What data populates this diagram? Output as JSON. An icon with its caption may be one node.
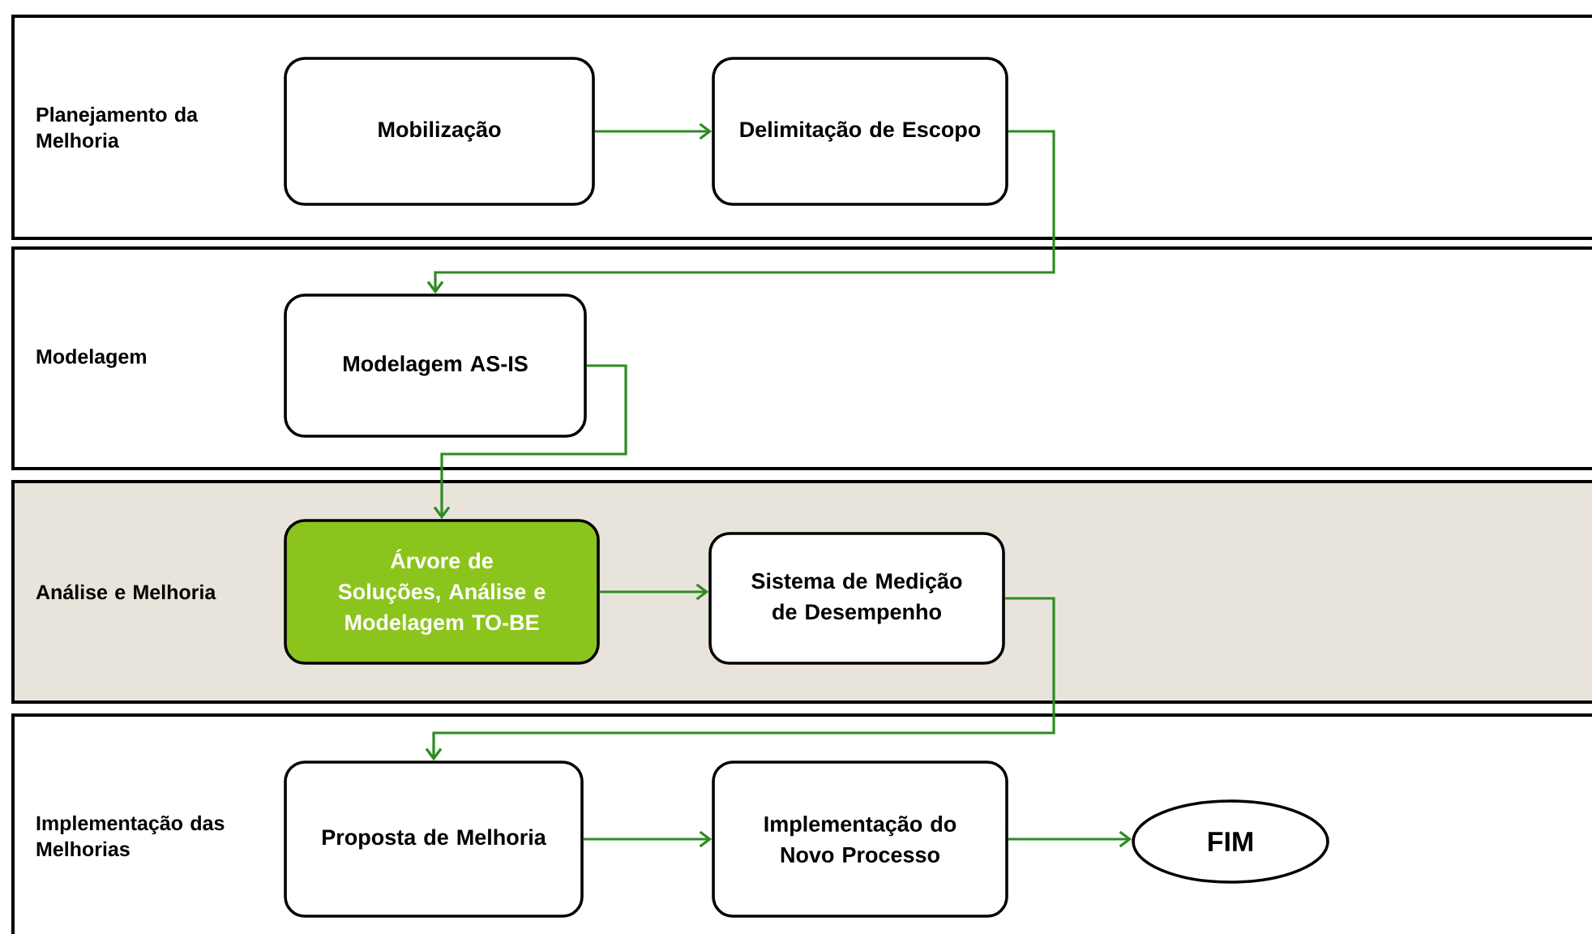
{
  "diagram": {
    "nodes": [
      {
        "text": [
          "Planejamento da Melhoria"
        ]
      },
      {
        "text": [
          "Mobilização"
        ],
        "in": 0
      },
      {
        "text": [
          "Delimitação de Escopo"
        ],
        "in": 0
      },
      {
        "text": [
          "Modelagem"
        ]
      },
      {
        "text": [
          "Modelagem AS-IS"
        ],
        "in": 3
      },
      {
        "text": [
          "Análise e Melhoria"
        ]
      },
      {
        "text": [
          "Árvore de Soluções, Análise e Modelagem TO-BE"
        ],
        "in": 5
      },
      {
        "text": [
          "Sistema de Medição de Desempenho"
        ],
        "in": 5
      },
      {
        "text": [
          "Implementação das Melhorias"
        ]
      },
      {
        "text": [
          "Proposta de Melhoria"
        ],
        "in": 8
      },
      {
        "text": [
          "Implementação do Novo Processo"
        ],
        "in": 8
      },
      {
        "text": [
          "FIM"
        ],
        "in": 8
      }
    ],
    "edges": [
      {
        "from": 1,
        "to": 2,
        "arrow": "to"
      },
      {
        "from": 2,
        "to": 4,
        "arrow": "to"
      },
      {
        "from": 4,
        "to": 6,
        "arrow": "to"
      },
      {
        "from": 6,
        "to": 7,
        "arrow": "to"
      },
      {
        "from": 7,
        "to": 9,
        "arrow": "to"
      },
      {
        "from": 9,
        "to": 10,
        "arrow": "to"
      },
      {
        "from": 10,
        "to": 11,
        "arrow": "to"
      }
    ]
  }
}
